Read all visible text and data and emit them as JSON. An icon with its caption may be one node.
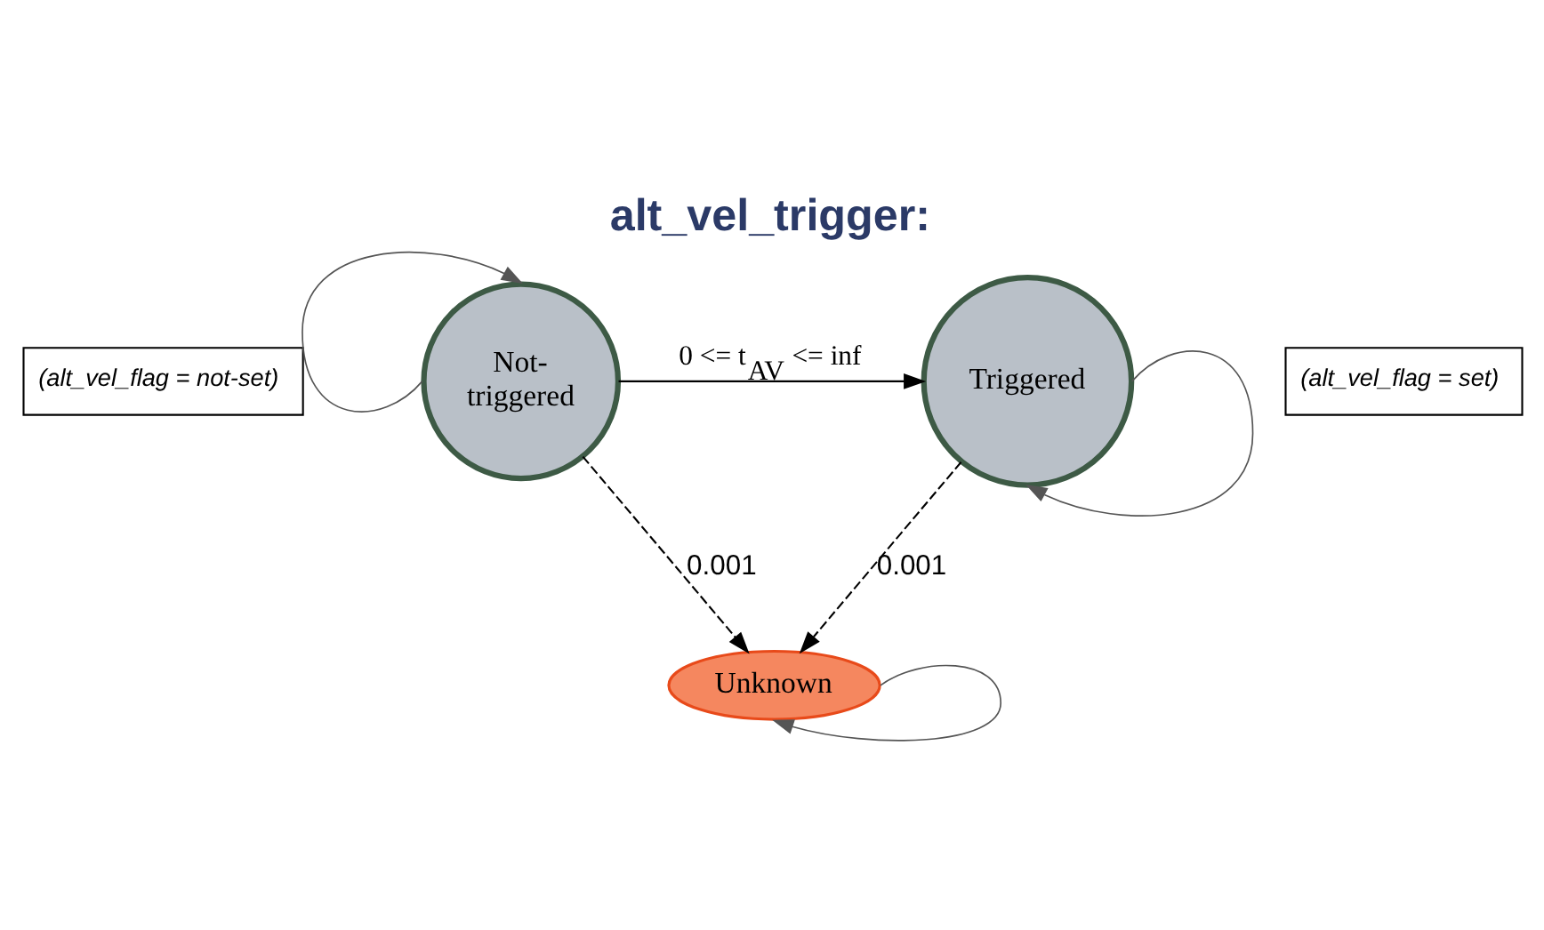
{
  "diagram": {
    "title": "alt_vel_trigger:",
    "nodes": [
      {
        "text": [
          "Not-triggered"
        ]
      },
      {
        "text": [
          "Triggered"
        ]
      },
      {
        "text": [
          "Unknown"
        ]
      },
      {
        "text": [
          "(alt_vel_flag = not-set)"
        ]
      },
      {
        "text": [
          "(alt_vel_flag = set)"
        ]
      }
    ],
    "edges": [
      {
        "from": 0,
        "to": 0,
        "arrow": "to"
      },
      {
        "from": 0,
        "to": 1,
        "arrow": "to",
        "label": "0 <= t$_{AV}$ <= inf"
      },
      {
        "from": 1,
        "to": 1,
        "arrow": "to"
      },
      {
        "from": 0,
        "to": 2,
        "arrow": "to",
        "style": "dashed",
        "label": "0.001"
      },
      {
        "from": 1,
        "to": 2,
        "arrow": "to",
        "style": "dashed",
        "label": "0.001"
      },
      {
        "from": 2,
        "to": 2,
        "arrow": "to"
      }
    ]
  }
}
